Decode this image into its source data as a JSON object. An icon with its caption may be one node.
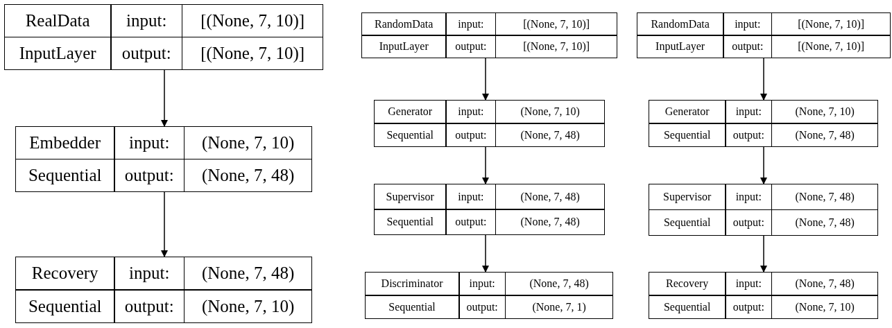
{
  "diagram": {
    "nodes": [
      {
        "text": [
          "RealData",
          "input:",
          "[(None, 7, 10)]",
          "InputLayer",
          "output:",
          "[(None, 7, 10)]"
        ]
      },
      {
        "text": [
          "Embedder",
          "input:",
          "(None, 7, 10)",
          "Sequential",
          "output:",
          "(None, 7, 48)"
        ]
      },
      {
        "text": [
          "Recovery",
          "input:",
          "(None, 7, 48)",
          "Sequential",
          "output:",
          "(None, 7, 10)"
        ]
      },
      {
        "text": [
          "RandomData",
          "input:",
          "[(None, 7, 10)]",
          "InputLayer",
          "output:",
          "[(None, 7, 10)]"
        ]
      },
      {
        "text": [
          "Generator",
          "input:",
          "(None, 7, 10)",
          "Sequential",
          "output:",
          "(None, 7, 48)"
        ]
      },
      {
        "text": [
          "Supervisor",
          "input:",
          "(None, 7, 48)",
          "Sequential",
          "output:",
          "(None, 7, 48)"
        ]
      },
      {
        "text": [
          "Discriminator",
          "input:",
          "(None, 7, 48)",
          "Sequential",
          "output:",
          "(None, 7, 1)"
        ]
      },
      {
        "text": [
          "RandomData",
          "input:",
          "[(None, 7, 10)]",
          "InputLayer",
          "output:",
          "[(None, 7, 10)]"
        ]
      },
      {
        "text": [
          "Generator",
          "input:",
          "(None, 7, 10)",
          "Sequential",
          "output:",
          "(None, 7, 48)"
        ]
      },
      {
        "text": [
          "Supervisor",
          "input:",
          "(None, 7, 48)",
          "Sequential",
          "output:",
          "(None, 7, 48)"
        ]
      },
      {
        "text": [
          "Recovery",
          "input:",
          "(None, 7, 48)",
          "Sequential",
          "output:",
          "(None, 7, 10)"
        ]
      }
    ],
    "edges": [
      {
        "from": 0,
        "to": 1,
        "arrow": "to"
      },
      {
        "from": 1,
        "to": 2,
        "arrow": "to"
      },
      {
        "from": 3,
        "to": 4,
        "arrow": "to"
      },
      {
        "from": 4,
        "to": 5,
        "arrow": "to"
      },
      {
        "from": 5,
        "to": 6,
        "arrow": "to"
      },
      {
        "from": 7,
        "to": 8,
        "arrow": "to"
      },
      {
        "from": 8,
        "to": 9,
        "arrow": "to"
      },
      {
        "from": 9,
        "to": 10,
        "arrow": "to"
      }
    ]
  }
}
